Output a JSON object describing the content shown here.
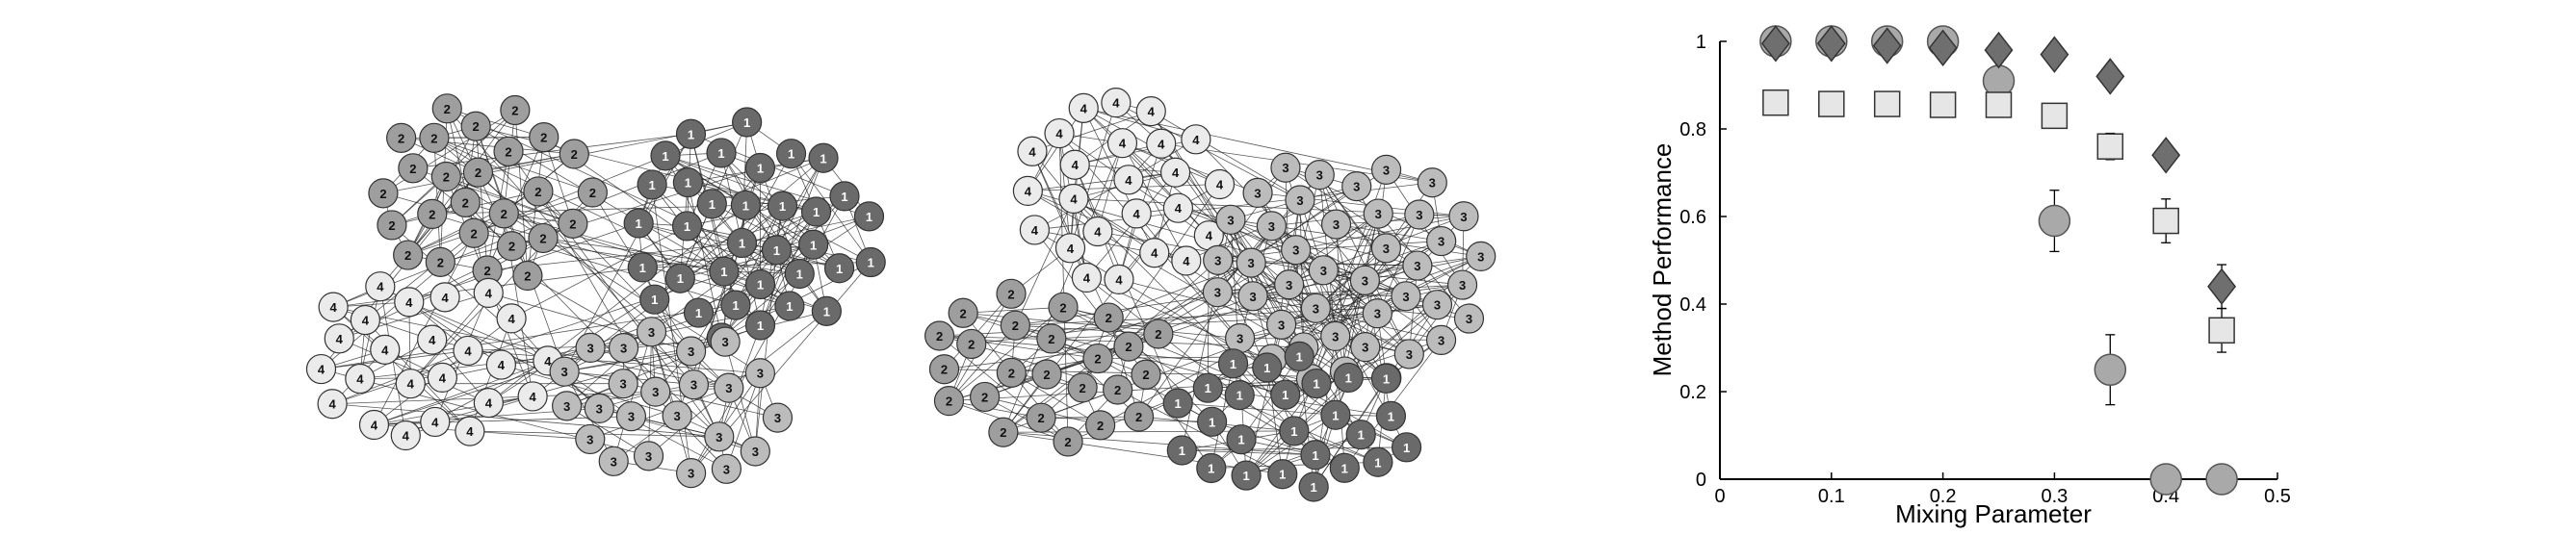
{
  "colors": {
    "community_1": "#6a6a6a",
    "community_2": "#9e9e9e",
    "community_3": "#bcbcbc",
    "community_4": "#ebebeb",
    "edge": "#222222",
    "diamond": "#6f6f6f",
    "square": "#e6e6e6",
    "circle": "#a9a9a9"
  },
  "networks": [
    {
      "name": "network-left",
      "communities": [
        {
          "label": "2",
          "count": 44,
          "color_key": "community_2"
        },
        {
          "label": "1",
          "count": 42,
          "color_key": "community_1"
        },
        {
          "label": "4",
          "count": 40,
          "color_key": "community_4"
        },
        {
          "label": "3",
          "count": 40,
          "color_key": "community_3"
        }
      ]
    },
    {
      "name": "network-right",
      "communities": [
        {
          "label": "4",
          "count": 42,
          "color_key": "community_4"
        },
        {
          "label": "3",
          "count": 44,
          "color_key": "community_3"
        },
        {
          "label": "2",
          "count": 40,
          "color_key": "community_2"
        },
        {
          "label": "1",
          "count": 42,
          "color_key": "community_1"
        }
      ]
    }
  ],
  "chart_data": {
    "type": "scatter",
    "title": "",
    "xlabel": "Mixing Parameter",
    "ylabel": "Method Performance",
    "xlim": [
      0,
      0.5
    ],
    "ylim": [
      0,
      1
    ],
    "xticks": [
      "0",
      "0.1",
      "0.2",
      "0.3",
      "0.4",
      "0.5"
    ],
    "yticks": [
      "0",
      "0.2",
      "0.4",
      "0.6",
      "0.8",
      "1"
    ],
    "x": [
      0.05,
      0.1,
      0.15,
      0.2,
      0.25,
      0.3,
      0.35,
      0.4,
      0.45
    ],
    "series": [
      {
        "marker": "diamond",
        "color_key": "diamond",
        "values": [
          0.995,
          0.995,
          0.99,
          0.985,
          0.98,
          0.97,
          0.92,
          0.74,
          0.44
        ],
        "errors": [
          0.01,
          0.01,
          0.01,
          0.01,
          0.01,
          0.01,
          0.01,
          0.01,
          0.05
        ]
      },
      {
        "marker": "square",
        "color_key": "square",
        "values": [
          0.86,
          0.857,
          0.857,
          0.855,
          0.855,
          0.83,
          0.76,
          0.59,
          0.34
        ],
        "errors": [
          0.0,
          0.0,
          0.0,
          0.0,
          0.0,
          0.0,
          0.03,
          0.05,
          0.05
        ]
      },
      {
        "marker": "circle",
        "color_key": "circle",
        "values": [
          1.0,
          1.0,
          1.0,
          1.0,
          0.91,
          0.59,
          0.25,
          0.0,
          0.0
        ],
        "errors": [
          0.0,
          0.0,
          0.0,
          0.0,
          0.0,
          0.07,
          0.08,
          0.0,
          0.0
        ]
      }
    ]
  }
}
